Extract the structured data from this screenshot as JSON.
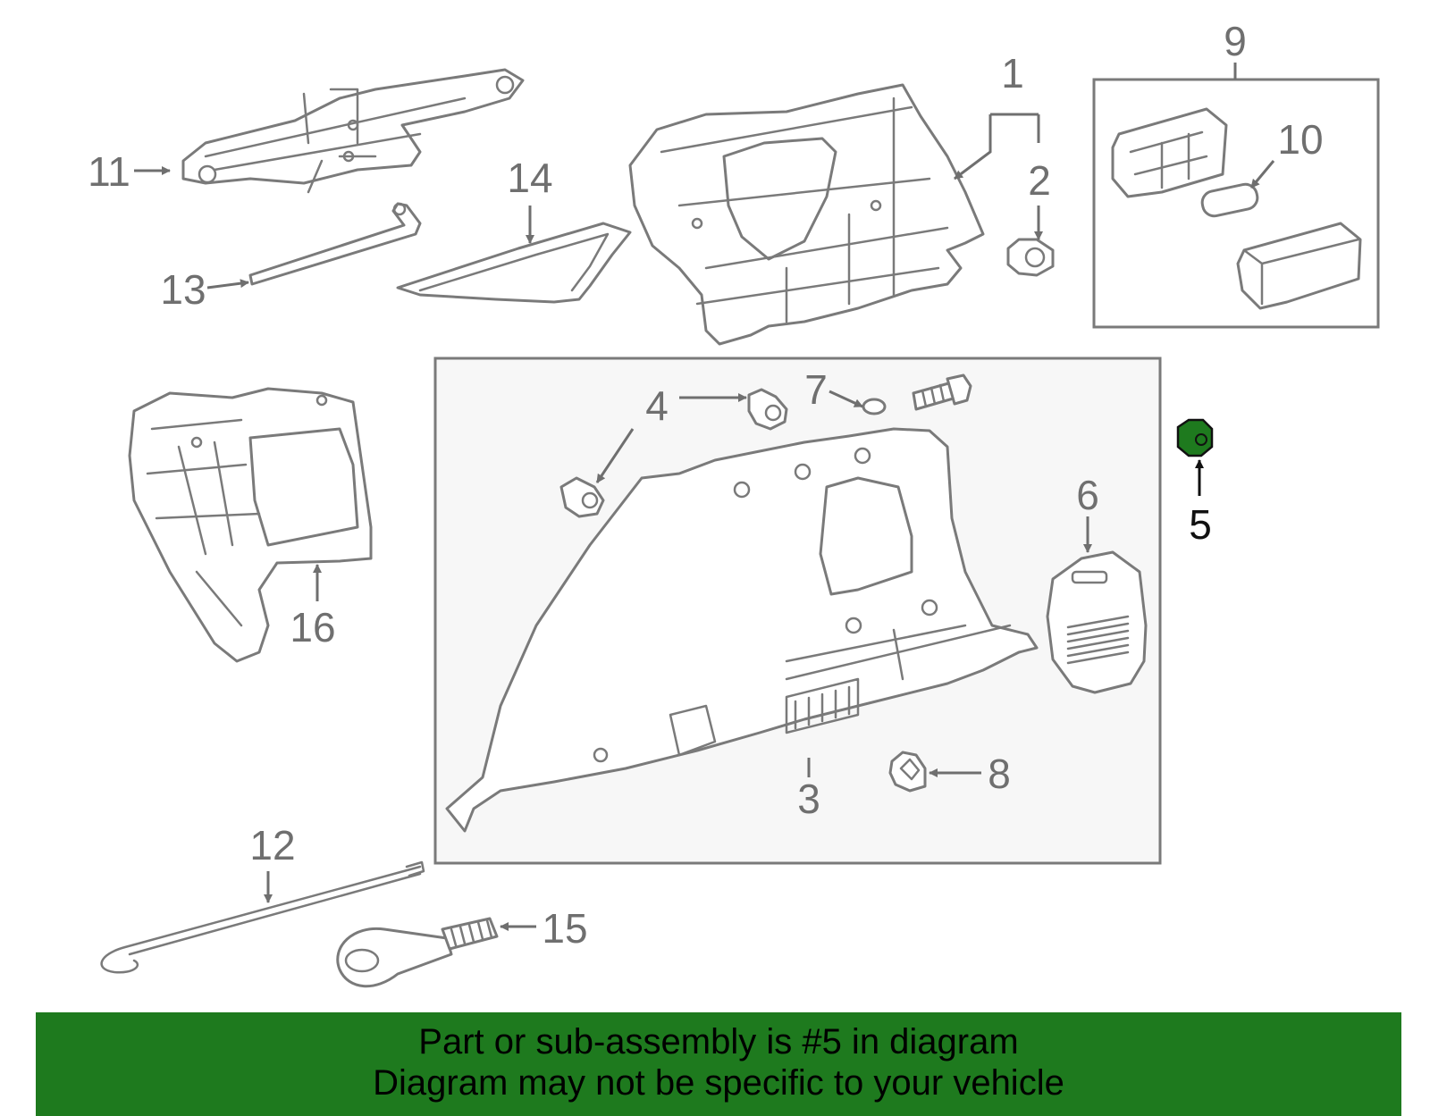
{
  "diagram": {
    "selected_part": "5",
    "callouts": [
      "1",
      "2",
      "3",
      "4",
      "5",
      "6",
      "7",
      "8",
      "9",
      "10",
      "11",
      "12",
      "13",
      "14",
      "15",
      "16"
    ]
  },
  "banner": {
    "line1": "Part or sub-assembly is #5 in diagram",
    "line2": "Diagram may not be specific to your vehicle",
    "background_color": "#1e7a1e"
  },
  "colors": {
    "line_art": "#7a7a7a",
    "highlight": "#1e7a1e"
  }
}
